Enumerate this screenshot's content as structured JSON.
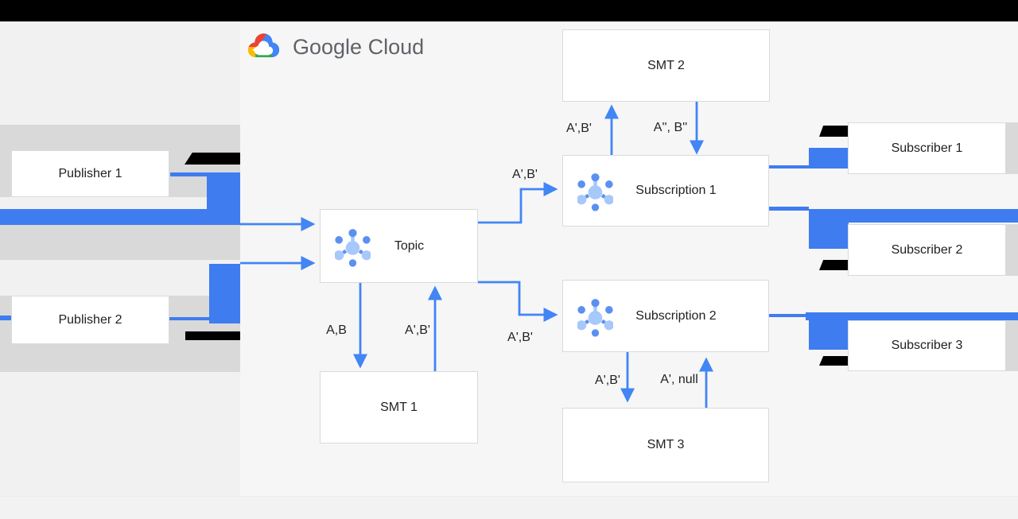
{
  "page": {
    "background": "#f6f6f6",
    "top_bar_color": "#000000",
    "left_panel_color": "#f1f1f1",
    "bottom_strip_color": "#f2f2f2"
  },
  "brand": {
    "name": "Google Cloud",
    "text_color": "#5f6368"
  },
  "colors": {
    "accent_blue": "#4285f4",
    "highlight_blue": "#3e7cf0",
    "band_gray": "#d9d9d9",
    "redaction_black": "#000000",
    "node_border": "#d9dadc",
    "node_text": "#202124",
    "icon_light_blue": "#a6c8fa",
    "icon_dark_blue": "#5c90f0"
  },
  "diagram": {
    "nodes": {
      "publisher1": "Publisher 1",
      "publisher2": "Publisher 2",
      "topic": "Topic",
      "smt1": "SMT 1",
      "smt2": "SMT 2",
      "smt3": "SMT 3",
      "subscription1": "Subscription 1",
      "subscription2": "Subscription 2",
      "subscriber1": "Subscriber 1",
      "subscriber2": "Subscriber 2",
      "subscriber3": "Subscriber 3"
    },
    "edges": [
      {
        "id": "topic-to-subscription-1",
        "label": "A',B'"
      },
      {
        "id": "topic-to-subscription-2",
        "label": "A',B'"
      },
      {
        "id": "topic-to-smt-1",
        "label": "A,B"
      },
      {
        "id": "smt-1-to-topic",
        "label": "A',B'"
      },
      {
        "id": "subscription-1-to-smt-2",
        "label": "A',B'"
      },
      {
        "id": "smt-2-to-subscription-1",
        "label": "A'', B''"
      },
      {
        "id": "subscription-2-to-smt-3",
        "label": "A',B'"
      },
      {
        "id": "smt-3-to-subscription-2",
        "label": "A', null"
      }
    ]
  }
}
